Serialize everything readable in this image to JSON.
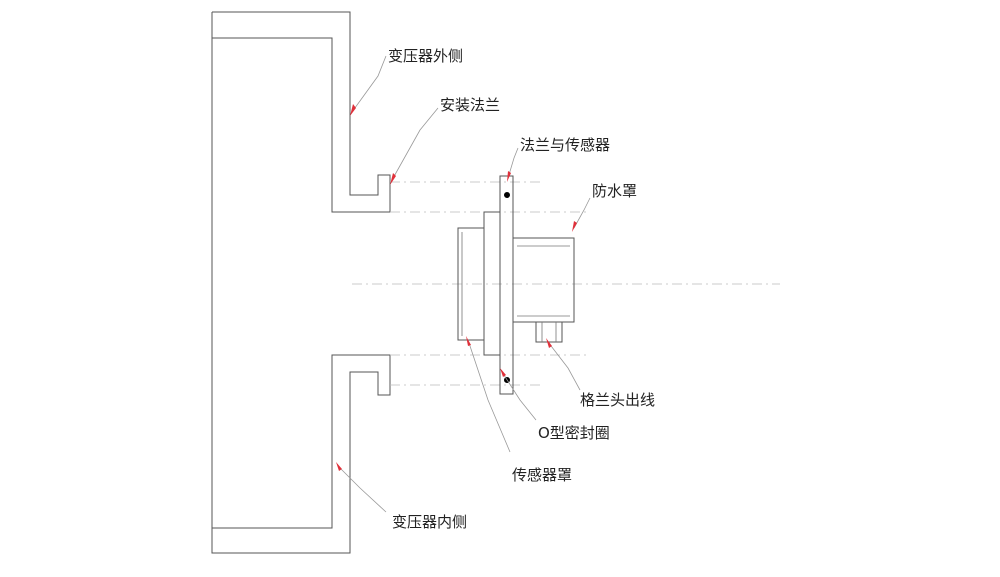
{
  "labels": {
    "transformer_outer": "变压器外侧",
    "mounting_flange": "安装法兰",
    "flange_and_sensor": "法兰与传感器",
    "waterproof_cover": "防水罩",
    "gland_outlet": "格兰头出线",
    "o_ring": "O型密封圈",
    "sensor_cover": "传感器罩",
    "transformer_inner": "变压器内侧"
  },
  "colors": {
    "outline": "#555555",
    "leader_arrow": "#e0303a",
    "center_line": "#bbbbbb",
    "seal_dot": "#000000"
  }
}
